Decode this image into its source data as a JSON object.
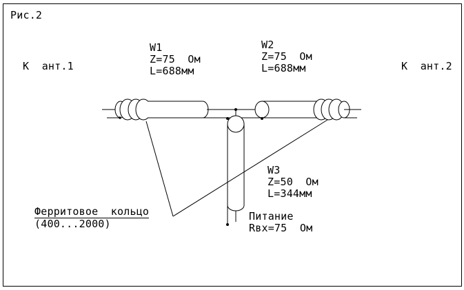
{
  "figure_label": "Рис.2",
  "left_antenna": "К  ант.1",
  "right_antenna": "К  ант.2",
  "cables": {
    "w1": {
      "name": "W1",
      "impedance": "Z=75  Ом",
      "length": "L=688мм"
    },
    "w2": {
      "name": "W2",
      "impedance": "Z=75  Ом",
      "length": "L=688мм"
    },
    "w3": {
      "name": "W3",
      "impedance": "Z=50  Ом",
      "length": "L=344мм"
    }
  },
  "feed": {
    "label": "Питание",
    "input_impedance": "Rвх=75  Ом"
  },
  "ferrite": {
    "label": "Ферритовое  кольцо",
    "range": "(400...2000)"
  },
  "colors": {
    "stroke": "#000000",
    "background": "#ffffff"
  }
}
